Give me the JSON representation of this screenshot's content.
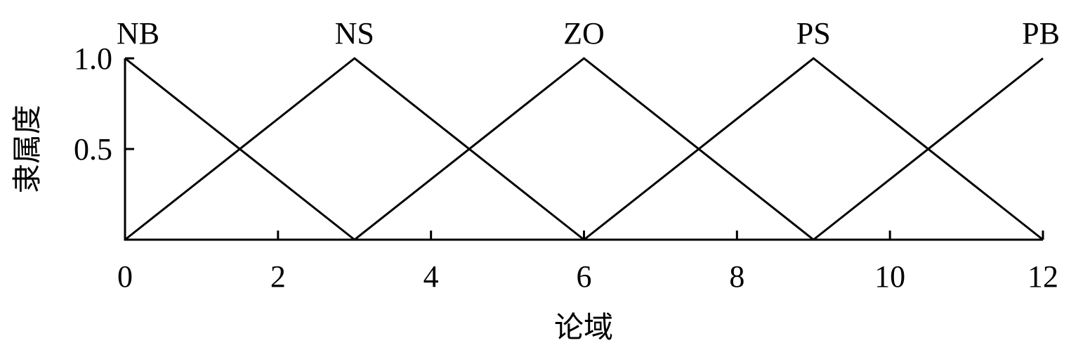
{
  "chart_data": {
    "type": "line",
    "title": "",
    "xlabel": "论域",
    "ylabel": "隶属度",
    "xlim": [
      0,
      12
    ],
    "ylim": [
      0,
      1
    ],
    "x_ticks": [
      0,
      2,
      4,
      6,
      8,
      10,
      12
    ],
    "x_tick_labels": [
      "0",
      "2",
      "4",
      "6",
      "8",
      "10",
      "12"
    ],
    "y_ticks": [
      0.5,
      1.0
    ],
    "y_tick_labels": [
      "0.5",
      "1.0"
    ],
    "grid": false,
    "series": [
      {
        "name": "NB",
        "x": [
          0,
          3
        ],
        "y": [
          1,
          0
        ]
      },
      {
        "name": "NS",
        "x": [
          0,
          3,
          6
        ],
        "y": [
          0,
          1,
          0
        ]
      },
      {
        "name": "ZO",
        "x": [
          3,
          6,
          9
        ],
        "y": [
          0,
          1,
          0
        ]
      },
      {
        "name": "PS",
        "x": [
          6,
          9,
          12
        ],
        "y": [
          0,
          1,
          0
        ]
      },
      {
        "name": "PB",
        "x": [
          9,
          12
        ],
        "y": [
          0,
          1
        ]
      }
    ],
    "set_label_positions": [
      0,
      3,
      6,
      9,
      12
    ]
  },
  "colors": {
    "line": "#000000",
    "background": "#ffffff"
  }
}
